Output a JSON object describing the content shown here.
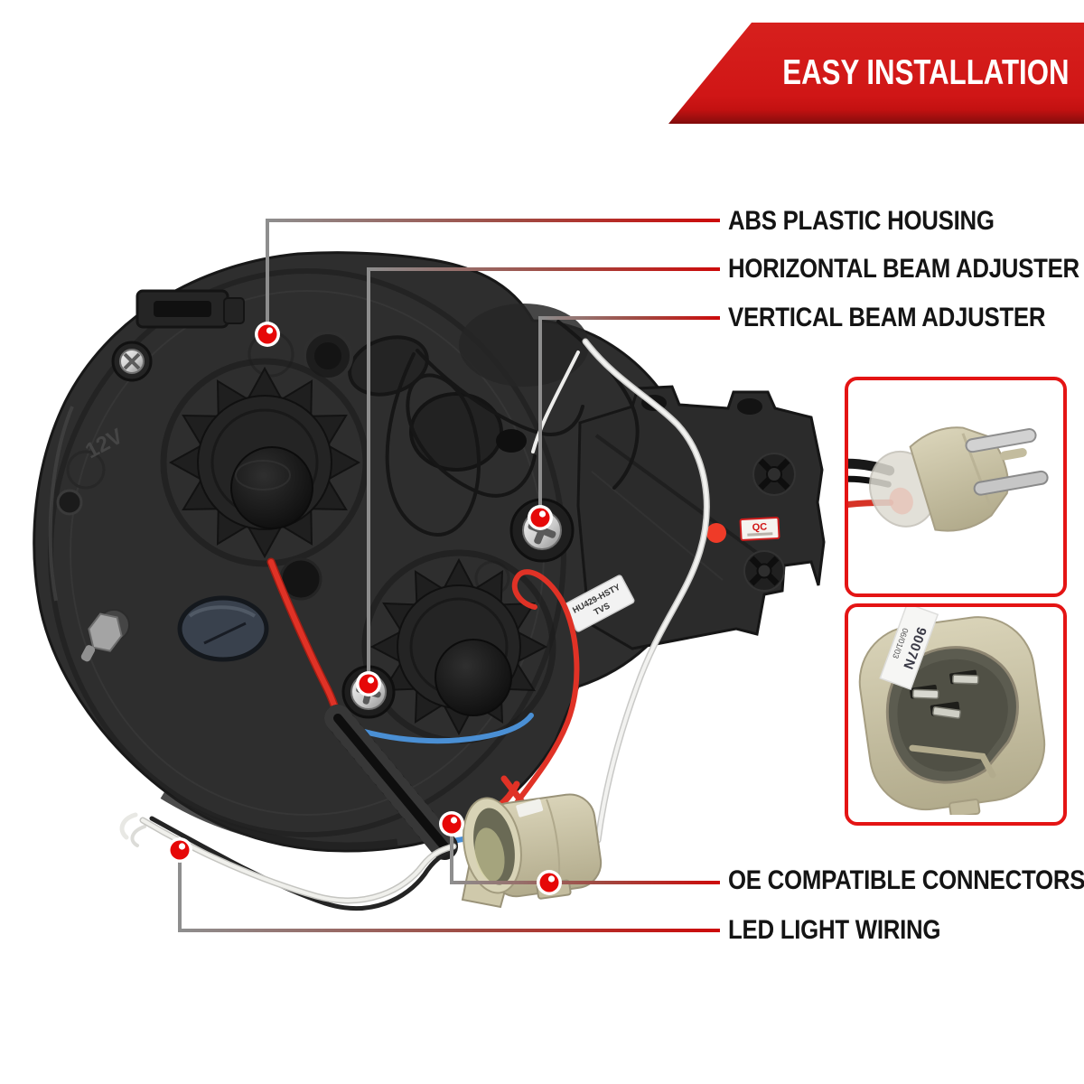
{
  "banner": {
    "label": "EASY INSTALLATION",
    "bg_color": "#d01616",
    "shadow_color": "#7f0a0a",
    "text_color": "#ffffff"
  },
  "callouts": [
    {
      "label": "ABS PLASTIC HOUSING"
    },
    {
      "label": "HORIZONTAL BEAM ADJUSTER"
    },
    {
      "label": "VERTICAL BEAM ADJUSTER"
    },
    {
      "label": "OE COMPATIBLE CONNECTORS"
    },
    {
      "label": "LED LIGHT WIRING"
    }
  ],
  "style": {
    "line_gray": "#8e8e8e",
    "line_red": "#cd0a0a",
    "dot_red": "#e60808",
    "label_color": "#141414",
    "inset_border_red": "#e41414"
  },
  "product": {
    "embossed_voltage": "12V",
    "qc_label": "QC",
    "bracket_part_label": "HU429-HSTY",
    "bracket_part_label2": "TVS",
    "connector_model_label": "9007N",
    "connector_date_label": "06/01/03"
  }
}
